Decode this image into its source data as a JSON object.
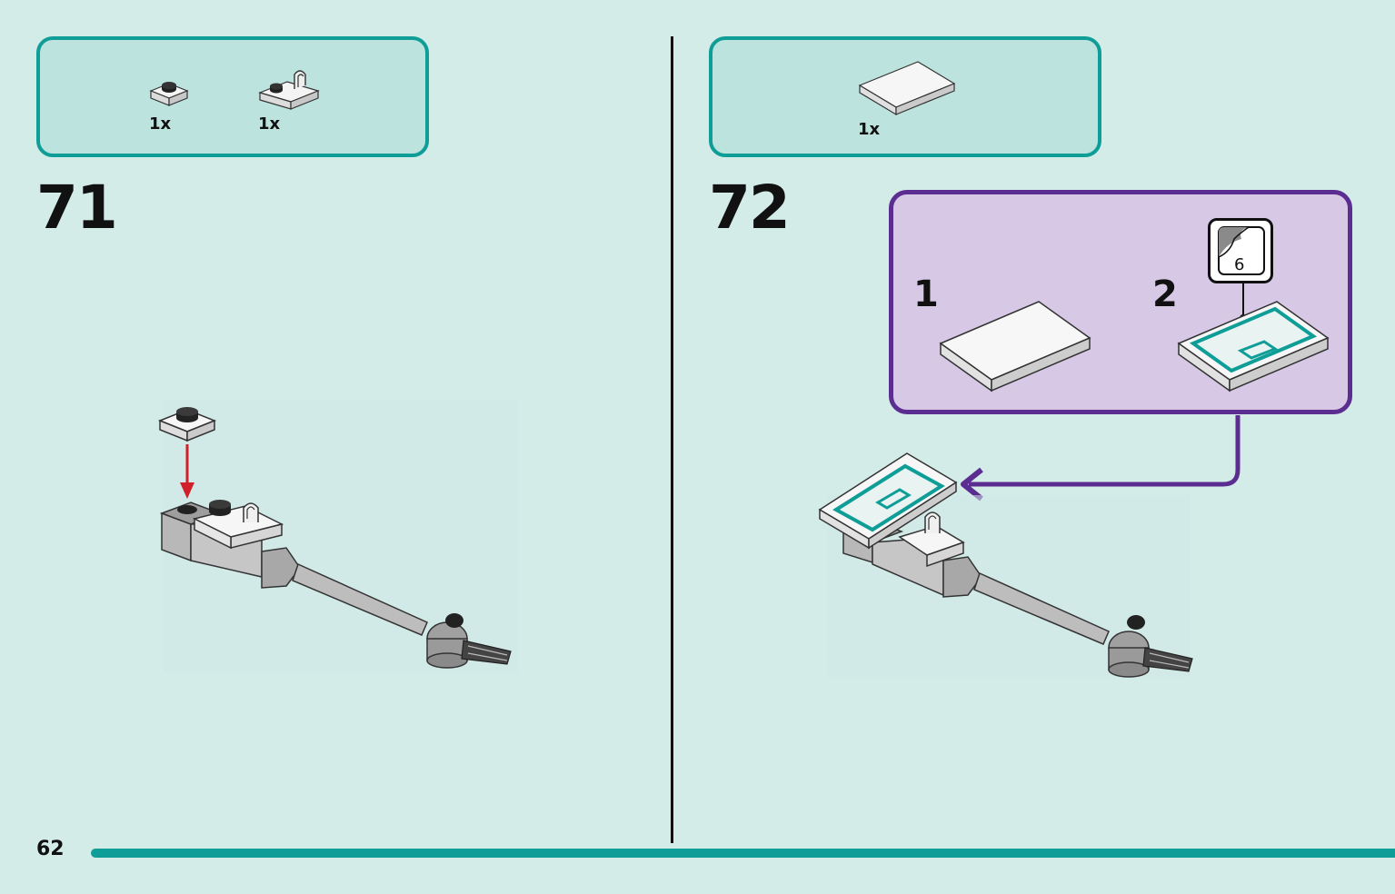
{
  "page": {
    "number": "62"
  },
  "steps": [
    {
      "number": "71",
      "parts": [
        {
          "icon": "round-plate-1x1-icon",
          "qty": "1x"
        },
        {
          "icon": "clip-plate-1x2-icon",
          "qty": "1x"
        }
      ]
    },
    {
      "number": "72",
      "parts": [
        {
          "icon": "tile-2x3-icon",
          "qty": "1x"
        }
      ],
      "callout": {
        "substeps": [
          {
            "number": "1"
          },
          {
            "number": "2",
            "sticker": "6"
          }
        ]
      }
    }
  ],
  "colors": {
    "background": "#d3ece8",
    "accent_teal": "#0f9e97",
    "callout_purple": "#5c2d91",
    "arrow_red": "#d0202a"
  }
}
